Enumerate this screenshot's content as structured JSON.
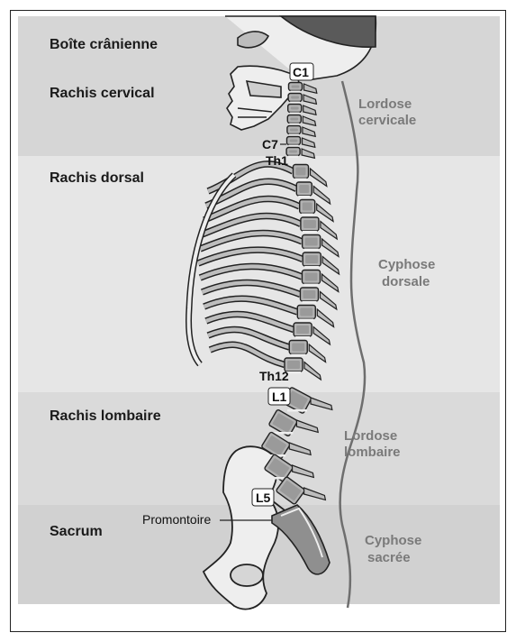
{
  "regions": [
    {
      "key": "crane",
      "label": "Boîte crânienne"
    },
    {
      "key": "cervical",
      "label": "Rachis cervical"
    },
    {
      "key": "dorsal",
      "label": "Rachis dorsal"
    },
    {
      "key": "lombaire",
      "label": "Rachis lombaire"
    },
    {
      "key": "sacrum",
      "label": "Sacrum"
    }
  ],
  "curvatures": [
    {
      "line1": "Lordose",
      "line2": "cervicale"
    },
    {
      "line1": "Cyphose",
      "line2": "dorsale"
    },
    {
      "line1": "Lordose",
      "line2": "lombaire"
    },
    {
      "line1": "Cyphose",
      "line2": "sacrée"
    }
  ],
  "vertebra_labels": {
    "c1": "C1",
    "c7": "C7",
    "th1": "Th1",
    "th12": "Th12",
    "l1": "L1",
    "l5": "L5"
  },
  "promontoire": "Promontoire",
  "colors": {
    "band_dark": "#d6d6d6",
    "band_light": "#e6e6e6",
    "bone_light": "#eeeeee",
    "bone_mid": "#bdbdbd",
    "bone_dark": "#8f8f8f",
    "outline": "#222222",
    "curve_line": "#6e6e6e",
    "curve_text": "#7a7a7a"
  }
}
